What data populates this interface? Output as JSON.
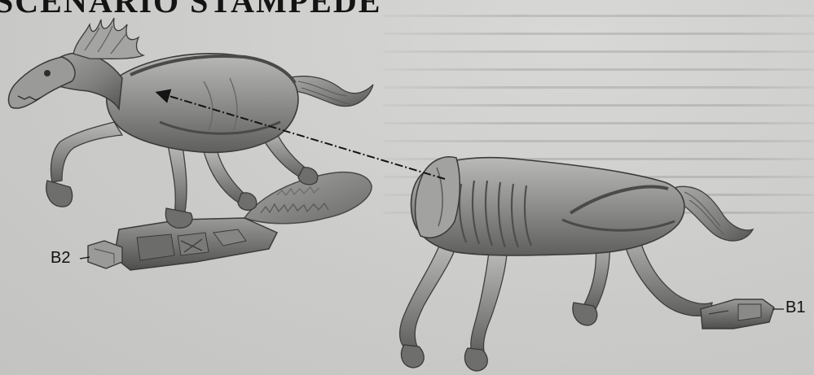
{
  "heading": "SCENARIO STAMPEDE",
  "callouts": {
    "b2": "B2",
    "b1": "B1"
  },
  "colors": {
    "background": "#cfcfcd",
    "model_grey": "#8f8f8d",
    "model_dark": "#5a5a58",
    "model_light": "#c4c4c2",
    "ink": "#141414"
  },
  "icons": {
    "assembly_arrow": "dash-dot-arrow"
  }
}
